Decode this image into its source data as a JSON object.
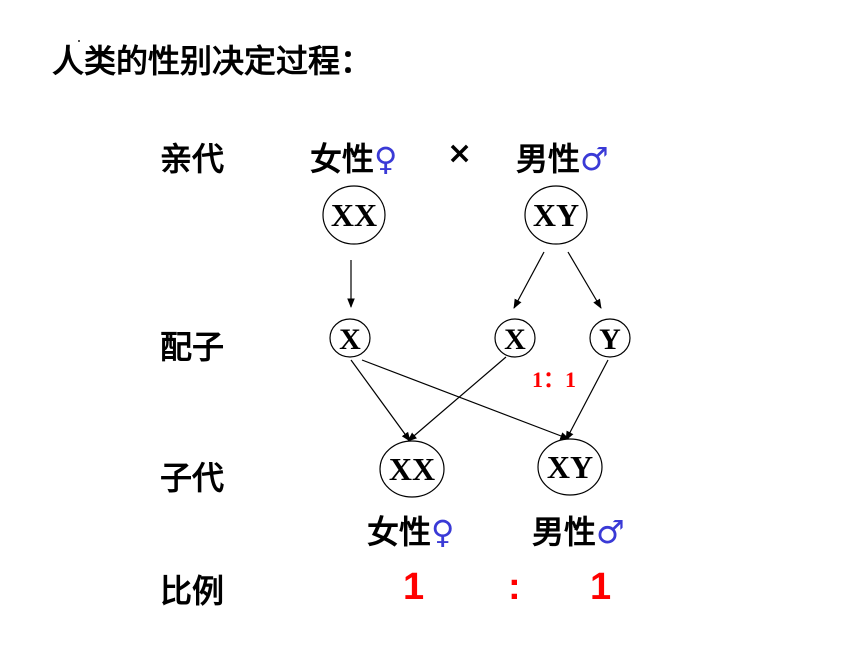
{
  "title": "人类的性别决定过程：",
  "rows": {
    "parent": "亲代",
    "gamete": "配子",
    "offspring": "子代",
    "ratio": "比例"
  },
  "parents": {
    "female_label": "女性",
    "female_symbol": "♀",
    "cross": "×",
    "male_label": "男性",
    "male_symbol": "♂",
    "female_genotype": "XX",
    "male_genotype": "XY"
  },
  "gametes": {
    "female_x": "X",
    "male_x": "X",
    "male_y": "Y",
    "male_ratio": "1：1"
  },
  "offspring": {
    "female_genotype": "XX",
    "male_genotype": "XY",
    "female_label": "女性",
    "female_symbol": "♀",
    "male_label": "男性",
    "male_symbol": "♂"
  },
  "final_ratio": {
    "left": "1",
    "sep": ":",
    "right": "1"
  },
  "colors": {
    "ratio": "#ff0000",
    "symbol": "#3a3ad6",
    "text": "#000000"
  }
}
